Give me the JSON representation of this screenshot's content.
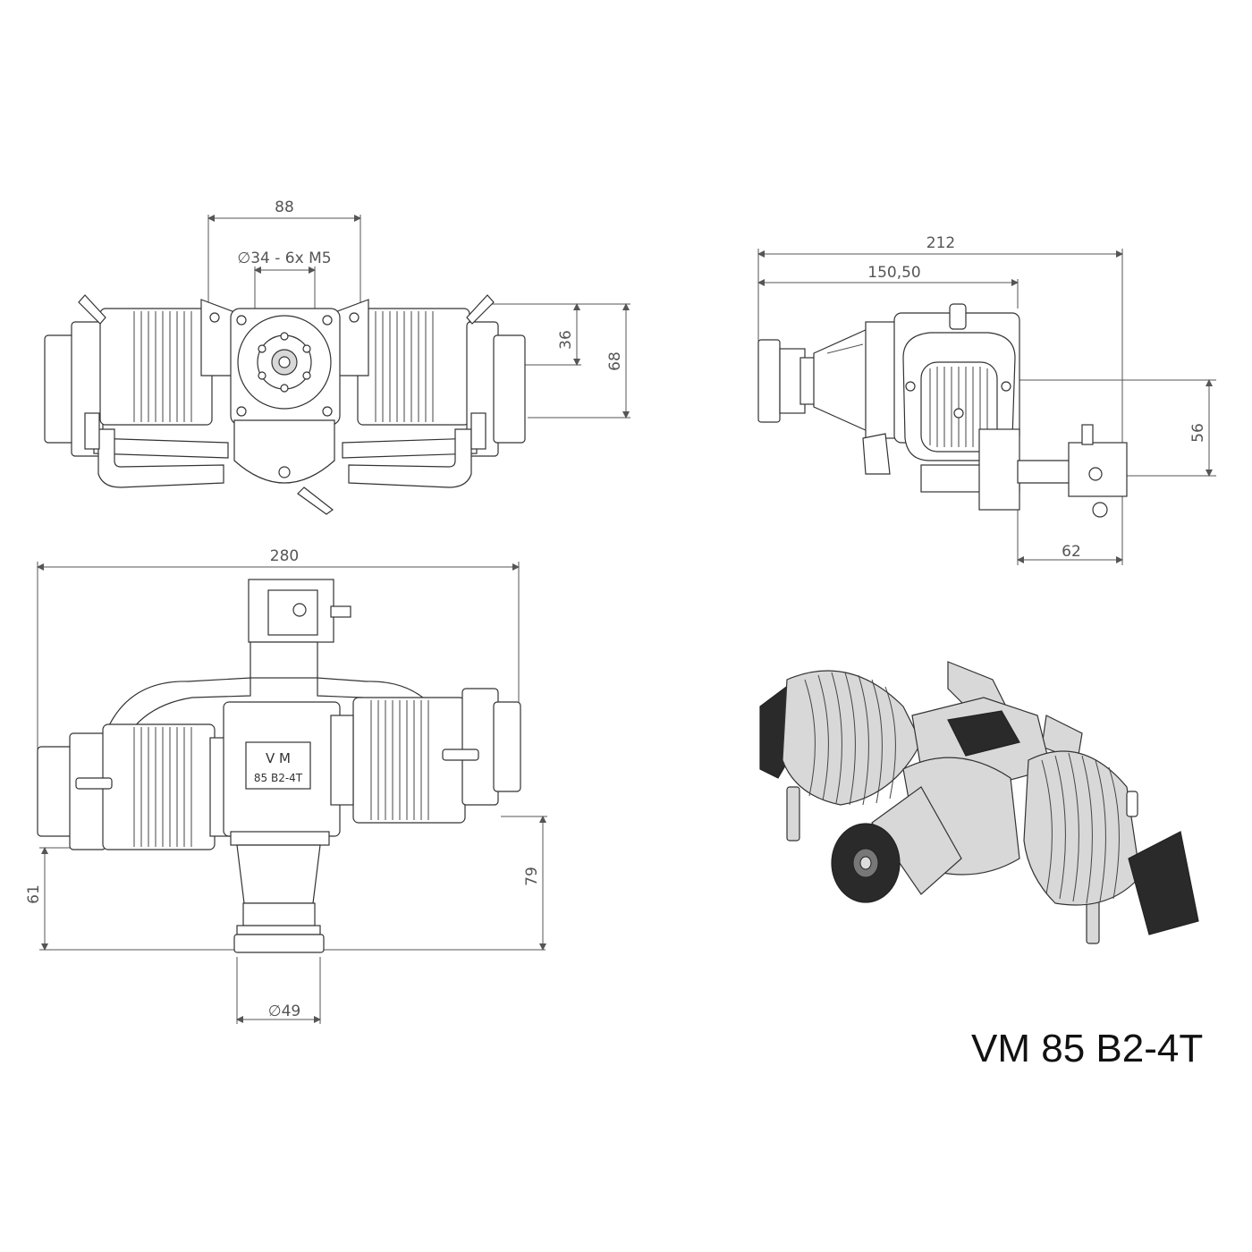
{
  "title": "VM 85 B2-4T",
  "engine_plate": {
    "line1": "V M",
    "line2": "85 B2-4T"
  },
  "front_view": {
    "dim_width": "88",
    "dim_bolt_circle": "∅34 - 6x M5",
    "dim_36": "36",
    "dim_68": "68"
  },
  "side_view": {
    "dim_212": "212",
    "dim_150": "150,50",
    "dim_56": "56",
    "dim_62": "62"
  },
  "top_view": {
    "dim_280": "280",
    "dim_61": "61",
    "dim_79": "79",
    "dim_hub": "∅49"
  }
}
